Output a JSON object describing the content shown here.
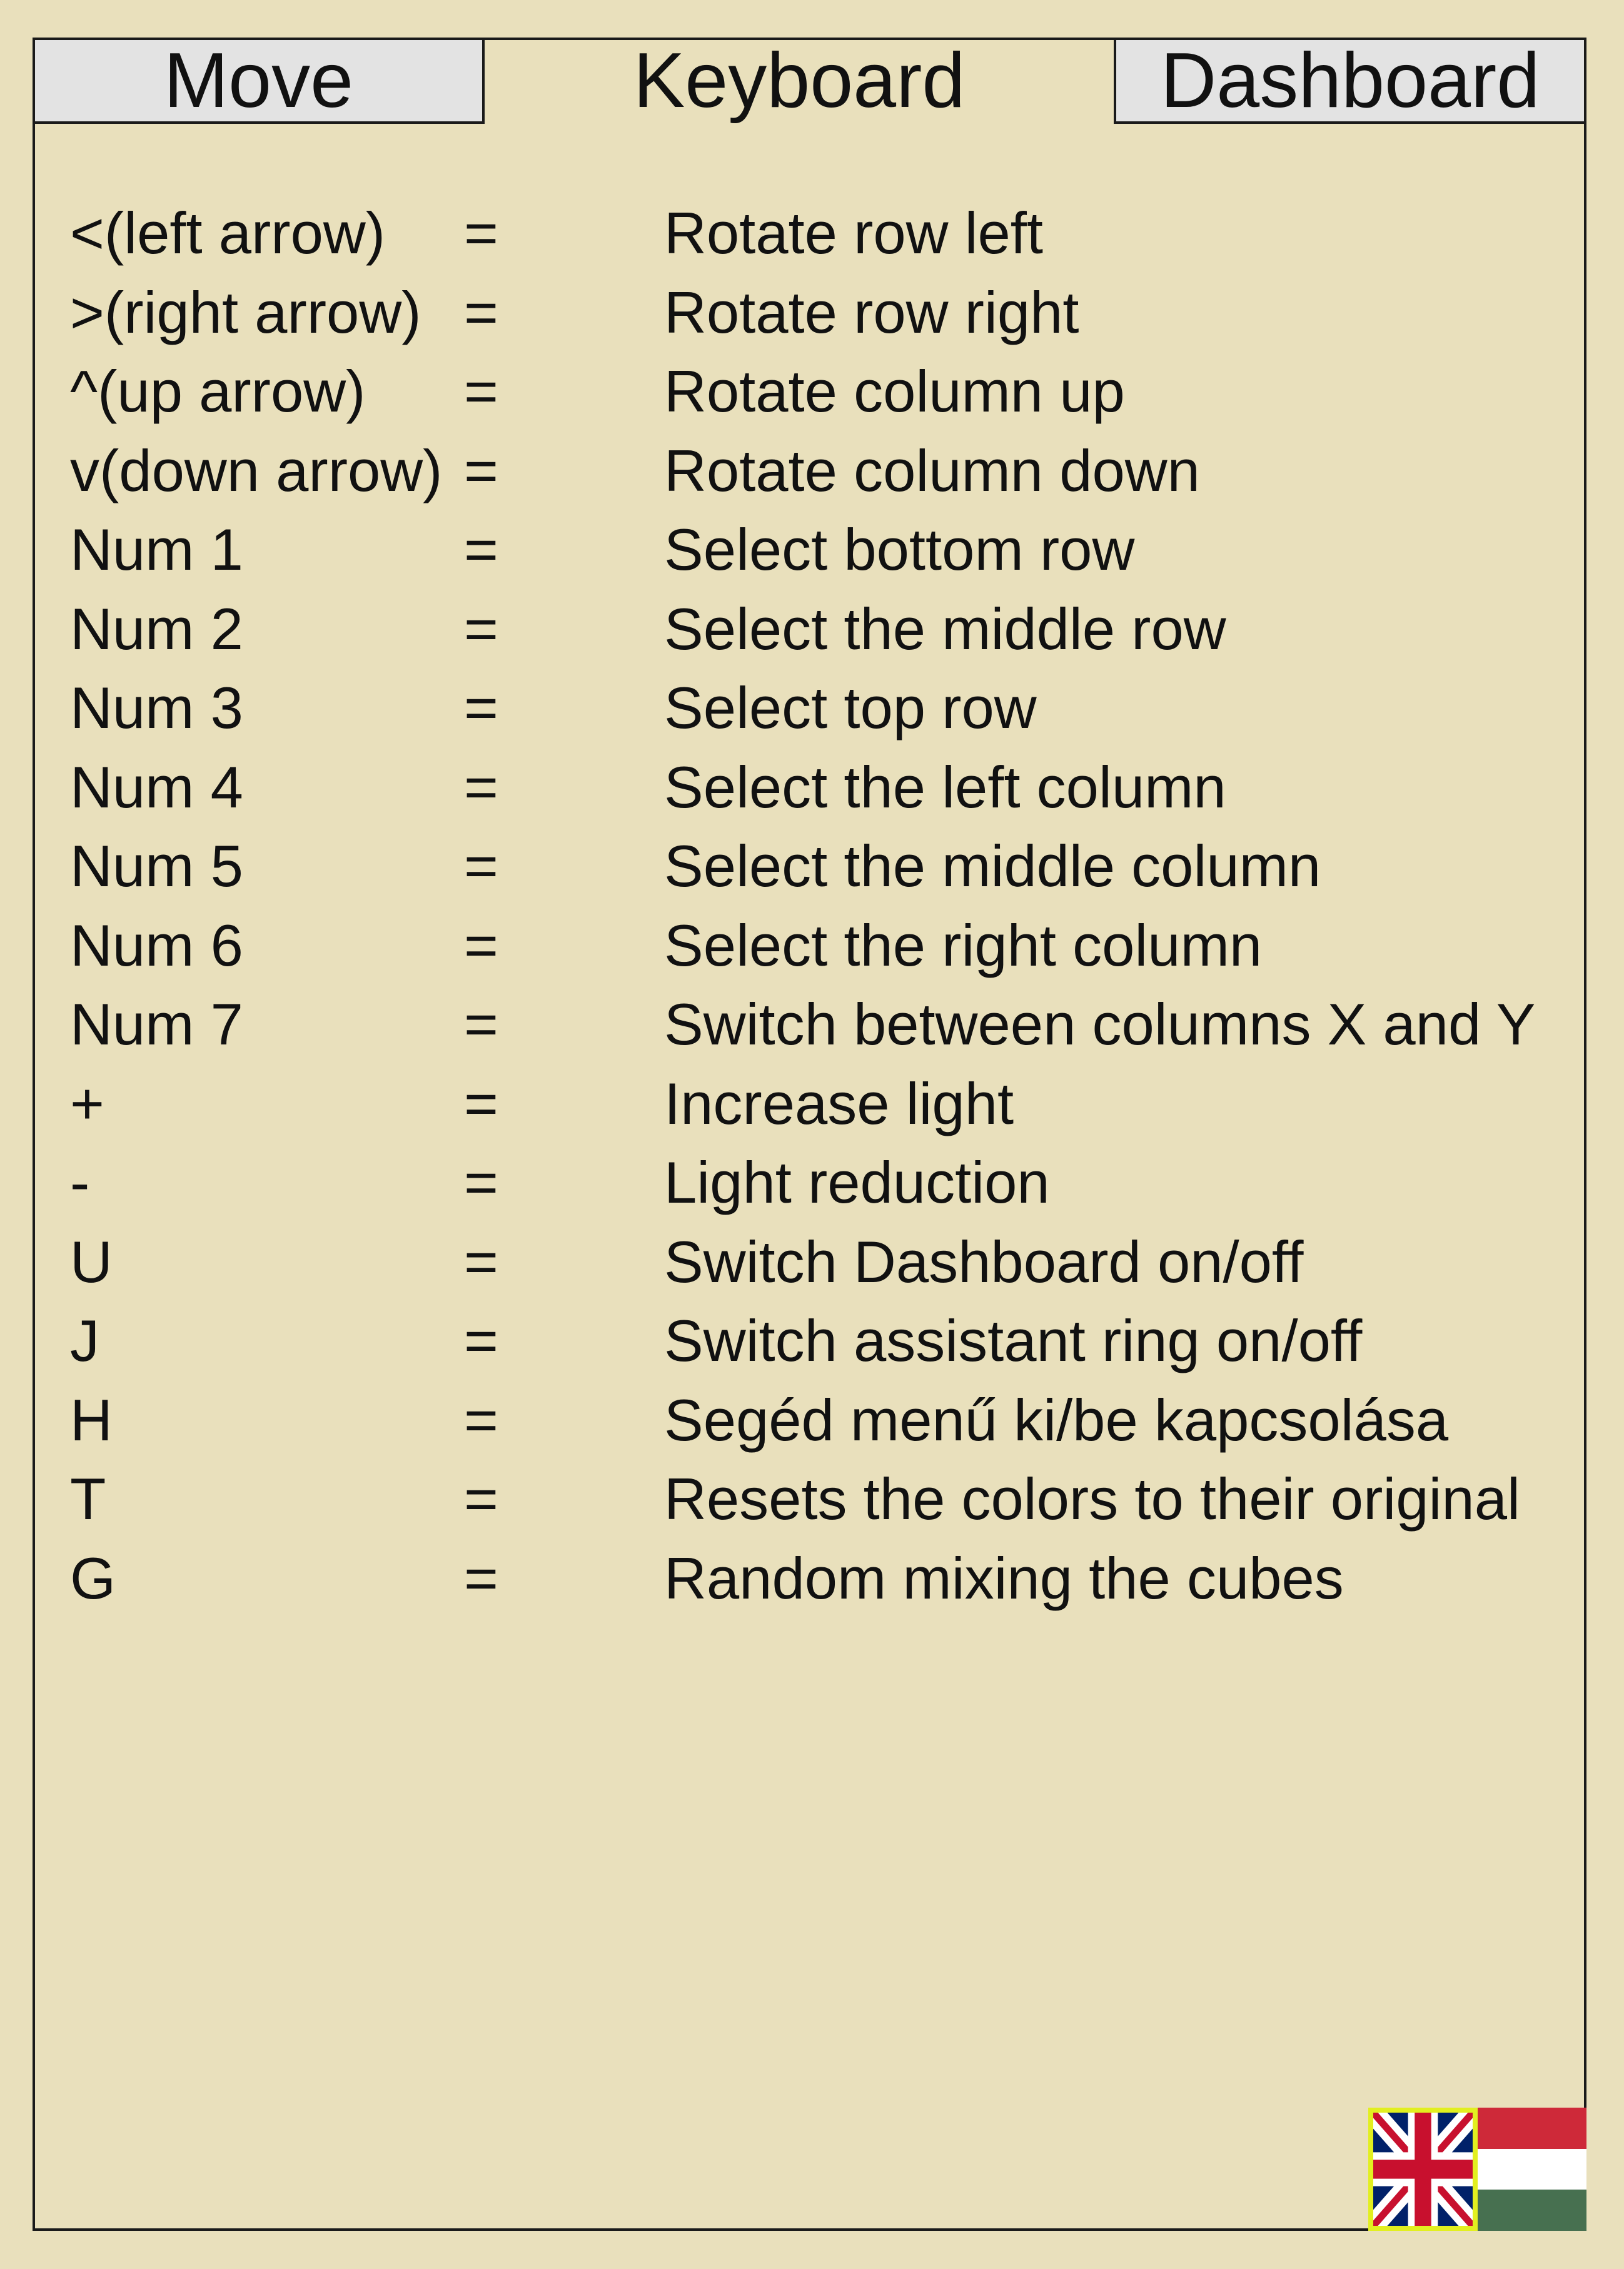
{
  "tabs": [
    {
      "label": "Move",
      "active": false
    },
    {
      "label": "Keyboard",
      "active": true
    },
    {
      "label": "Dashboard",
      "active": false
    }
  ],
  "shortcuts": [
    {
      "key": "<(left arrow)",
      "eq": "=",
      "action": "Rotate row left"
    },
    {
      "key": ">(right arrow)",
      "eq": "=",
      "action": "Rotate row right"
    },
    {
      "key": "^(up arrow)",
      "eq": "=",
      "action": "Rotate column up"
    },
    {
      "key": "v(down arrow)",
      "eq": "=",
      "action": "Rotate column down"
    },
    {
      "key": "Num 1",
      "eq": "=",
      "action": "Select bottom row"
    },
    {
      "key": "Num 2",
      "eq": "=",
      "action": "Select the middle row"
    },
    {
      "key": "Num 3",
      "eq": "=",
      "action": "Select top row"
    },
    {
      "key": "Num 4",
      "eq": "=",
      "action": "Select the left column"
    },
    {
      "key": "Num 5",
      "eq": "=",
      "action": "Select the middle column"
    },
    {
      "key": "Num 6",
      "eq": "=",
      "action": "Select the right column"
    },
    {
      "key": "Num 7",
      "eq": "=",
      "action": "Switch between columns X and Y"
    },
    {
      "key": "+",
      "eq": "=",
      "action": "Increase light"
    },
    {
      "key": "-",
      "eq": "=",
      "action": "Light reduction"
    },
    {
      "key": "U",
      "eq": "=",
      "action": "Switch Dashboard on/off"
    },
    {
      "key": "J",
      "eq": "=",
      "action": "Switch assistant ring on/off"
    },
    {
      "key": "H",
      "eq": "=",
      "action": "Segéd menű ki/be kapcsolása"
    },
    {
      "key": "T",
      "eq": "=",
      "action": "Resets the colors to their original"
    },
    {
      "key": "G",
      "eq": "=",
      "action": "Random mixing the cubes"
    }
  ],
  "language_flags": [
    {
      "icon": "uk-flag-icon",
      "selected": true,
      "highlight_color": "#e2ef20"
    },
    {
      "icon": "hungary-flag-icon",
      "selected": false
    }
  ],
  "colors": {
    "background": "#e9e0bc",
    "inactive_tab": "#e3e3e3",
    "hu_red": "#ce2939",
    "hu_white": "#ffffff",
    "hu_green": "#477050",
    "uk_blue": "#012169",
    "uk_red": "#c8102e"
  }
}
